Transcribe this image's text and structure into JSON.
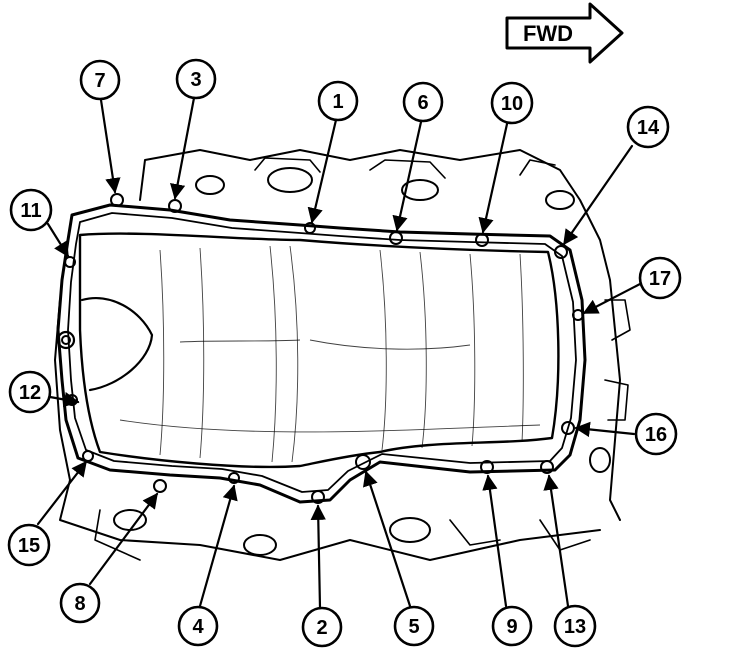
{
  "direction_label": "FWD",
  "callouts": [
    {
      "id": "c1",
      "label": "1"
    },
    {
      "id": "c2",
      "label": "2"
    },
    {
      "id": "c3",
      "label": "3"
    },
    {
      "id": "c4",
      "label": "4"
    },
    {
      "id": "c5",
      "label": "5"
    },
    {
      "id": "c6",
      "label": "6"
    },
    {
      "id": "c7",
      "label": "7"
    },
    {
      "id": "c8",
      "label": "8"
    },
    {
      "id": "c9",
      "label": "9"
    },
    {
      "id": "c10",
      "label": "10"
    },
    {
      "id": "c11",
      "label": "11"
    },
    {
      "id": "c12",
      "label": "12"
    },
    {
      "id": "c13",
      "label": "13"
    },
    {
      "id": "c14",
      "label": "14"
    },
    {
      "id": "c15",
      "label": "15"
    },
    {
      "id": "c16",
      "label": "16"
    },
    {
      "id": "c17",
      "label": "17"
    }
  ]
}
